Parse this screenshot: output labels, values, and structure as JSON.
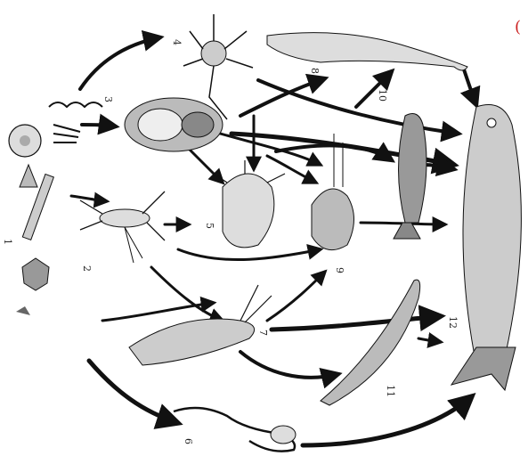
{
  "diagram": {
    "subject": "marine food web",
    "nodes": [
      {
        "id": "1",
        "label": "1",
        "depicts": "phytoplankton (diatoms, dinoflagellates, coccolithophores)"
      },
      {
        "id": "2",
        "label": "2",
        "depicts": "copepod"
      },
      {
        "id": "3",
        "label": "3",
        "depicts": "ciliates / rotifer-like zooplankton"
      },
      {
        "id": "4",
        "label": "4",
        "depicts": "larval crustacean (nauplius)"
      },
      {
        "id": "5",
        "label": "5",
        "depicts": "medusa / ctenophore"
      },
      {
        "id": "6",
        "label": "6",
        "depicts": "amphipod"
      },
      {
        "id": "7",
        "label": "7",
        "depicts": "mysid / euphausiid shrimp"
      },
      {
        "id": "8",
        "label": "8",
        "depicts": "larval fish"
      },
      {
        "id": "9",
        "label": "9",
        "depicts": "fish larvae"
      },
      {
        "id": "10",
        "label": "10",
        "depicts": "small fish"
      },
      {
        "id": "11",
        "label": "11",
        "depicts": "sand eel"
      },
      {
        "id": "12",
        "label": "12",
        "depicts": "herring"
      }
    ],
    "margin_mark": "(",
    "colors": {
      "ink": "#1a1a1a",
      "paper": "#ffffff",
      "margin_mark": "#cc2222"
    }
  }
}
